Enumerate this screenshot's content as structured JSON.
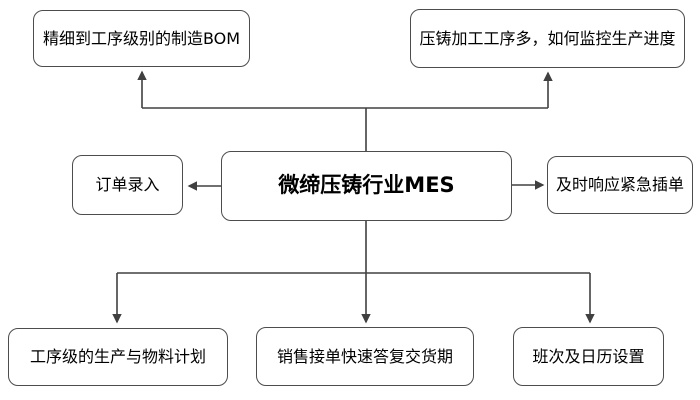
{
  "diagram": {
    "nodes": {
      "center": {
        "label": "微缔压铸行业MES"
      },
      "top_left": {
        "label": "精细到工序级别的制造BOM"
      },
      "top_right": {
        "label": "压铸加工工序多，如何监控生产进度"
      },
      "left": {
        "label": "订单录入"
      },
      "right": {
        "label": "及时响应紧急插单"
      },
      "bottom_left": {
        "label": "工序级的生产与物料计划"
      },
      "bottom_center": {
        "label": "销售接单快速答复交货期"
      },
      "bottom_right": {
        "label": "班次及日历设置"
      }
    },
    "edges": [
      {
        "from": "center",
        "to": "top_left"
      },
      {
        "from": "center",
        "to": "top_right"
      },
      {
        "from": "center",
        "to": "left"
      },
      {
        "from": "center",
        "to": "right"
      },
      {
        "from": "center",
        "to": "bottom_left"
      },
      {
        "from": "center",
        "to": "bottom_center"
      },
      {
        "from": "center",
        "to": "bottom_right"
      }
    ],
    "colors": {
      "line": "#404040",
      "border": "#4d4d4d",
      "background": "#ffffff",
      "text": "#000000"
    }
  }
}
